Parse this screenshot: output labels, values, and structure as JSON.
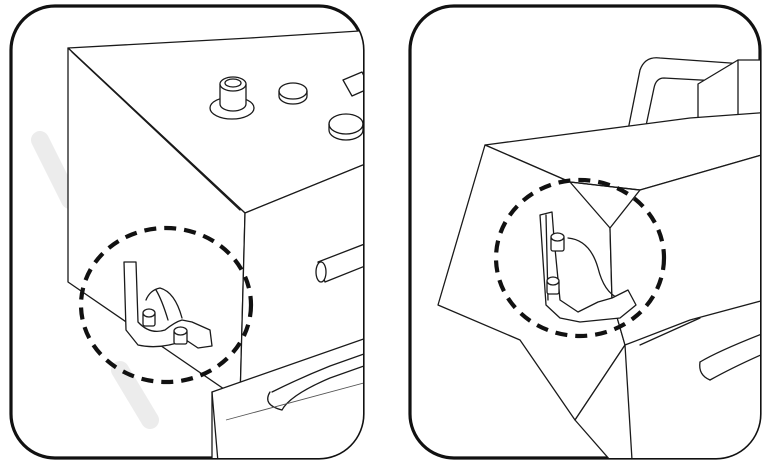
{
  "figure": {
    "panels": [
      {
        "id": "left",
        "view": "control-box-latch-closeup"
      },
      {
        "id": "right",
        "view": "control-box-latch-side-view"
      }
    ],
    "colors": {
      "line": "#1a1a1a",
      "frame": "#111111",
      "background": "#ffffff",
      "watermark": "#ececec"
    },
    "icons": [
      "dashed-circle-callout",
      "latch-pin-icon"
    ]
  }
}
